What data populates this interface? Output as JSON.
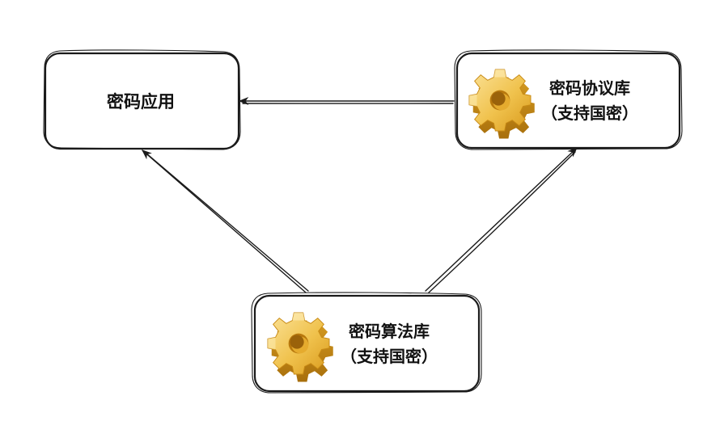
{
  "nodes": {
    "app": {
      "label": "密码应用"
    },
    "protocol": {
      "line1": "密码协议库",
      "line2": "（支持国密）",
      "icon": "gear-icon"
    },
    "algorithm": {
      "line1": "密码算法库",
      "line2": "（支持国密）",
      "icon": "gear-icon"
    }
  },
  "colors": {
    "gear_light": "#f6d36b",
    "gear_mid": "#eab33a",
    "gear_dark": "#c98b14",
    "line": "#1a1a1a"
  }
}
